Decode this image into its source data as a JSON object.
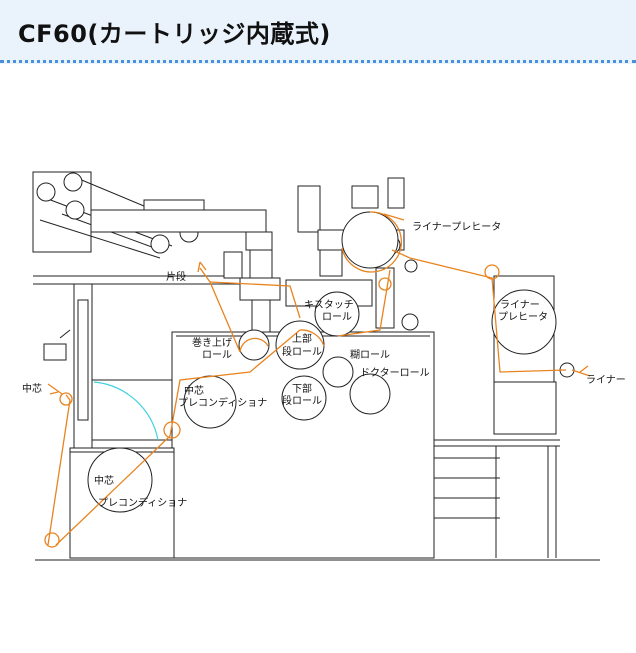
{
  "header": {
    "title": "CF60(カートリッジ内蔵式)"
  },
  "colors": {
    "header_bg": "#eaf3fb",
    "rule": "#4a90d9",
    "web_path": "#e8841f",
    "arc": "#3fd1e0",
    "line": "#222222"
  },
  "labels": {
    "katadan": "片段",
    "liner_preheater_top": "ライナープレヒータ",
    "kiss_touch_1": "キスタッチ",
    "kiss_touch_2": "ロール",
    "liner_preheater_side_1": "ライナー",
    "liner_preheater_side_2": "プレヒータ",
    "makiage_1": "巻き上げ",
    "makiage_2": "ロール",
    "upper_roll_1": "上部",
    "upper_roll_2": "段ロール",
    "glue_roll": "糊ロール",
    "doctor_roll": "ドクターロール",
    "medium_left": "中芯",
    "medium_pc_1": "中芯",
    "medium_pc_2": "プレコンディショナ",
    "lower_roll_1": "下部",
    "lower_roll_2": "段ロール",
    "liner_right": "ライナー",
    "medium_lower_1": "中芯",
    "medium_lower_2": "プレコンディショナ"
  }
}
